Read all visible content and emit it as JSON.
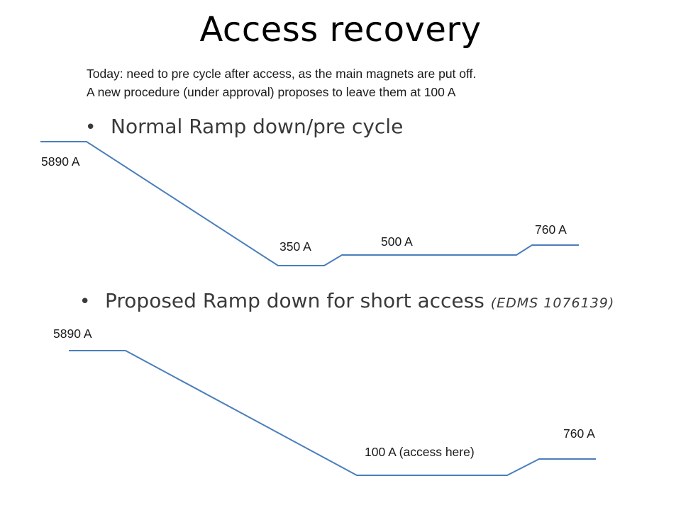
{
  "title": "Access recovery",
  "note": {
    "line1": "Today: need to pre cycle after access, as the main magnets are put off.",
    "line2": "A new procedure (under approval)  proposes to leave them at 100 A"
  },
  "bullets": [
    {
      "text": "Normal Ramp down/pre cycle",
      "ref": ""
    },
    {
      "text": "Proposed Ramp down for short access",
      "ref": "(EDMS 1076139)"
    }
  ],
  "normal_ramp": {
    "labels": [
      "5890 A",
      "350 A",
      "500 A",
      "760 A"
    ]
  },
  "proposed_ramp": {
    "labels": [
      "5890 A",
      "100 A (access here)",
      "760 A"
    ]
  },
  "colors": {
    "line": "#4a7ebb",
    "text": "#1a1a1a"
  }
}
